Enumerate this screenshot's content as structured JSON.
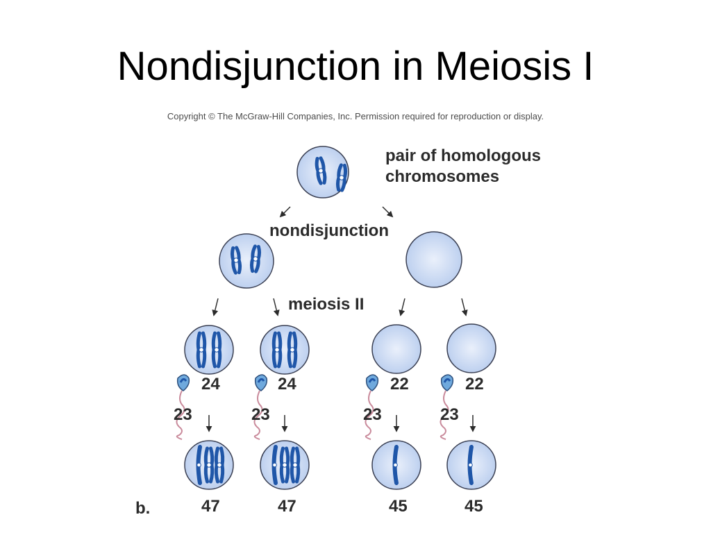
{
  "title": "Nondisjunction in Meiosis I",
  "copyright": "Copyright © The McGraw-Hill Companies, Inc. Permission required for reproduction or display.",
  "labels": {
    "homologous_line1": "pair of homologous",
    "homologous_line2": "chromosomes",
    "nondisjunction": "nondisjunction",
    "meiosis_ii": "meiosis II",
    "panel": "b."
  },
  "gametes": [
    {
      "egg_count": "24",
      "sperm_count": "23",
      "zygote_count": "47"
    },
    {
      "egg_count": "24",
      "sperm_count": "23",
      "zygote_count": "47"
    },
    {
      "egg_count": "22",
      "sperm_count": "23",
      "zygote_count": "45"
    },
    {
      "egg_count": "22",
      "sperm_count": "23",
      "zygote_count": "45"
    }
  ],
  "colors": {
    "cell_fill": "#c9d8f3",
    "cell_stroke": "#3a3f52",
    "chromosome": "#1f56a8",
    "sperm_head": "#6fa9dd",
    "sperm_tail": "#c98a9b"
  }
}
